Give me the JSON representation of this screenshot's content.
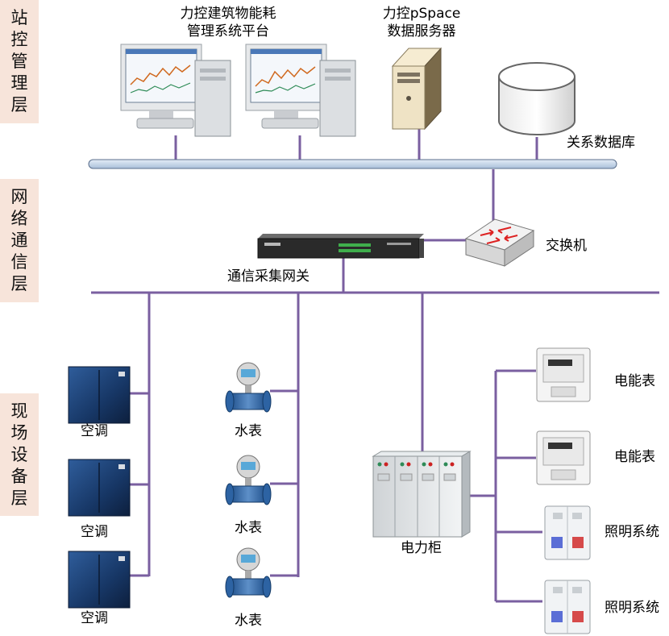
{
  "layers": {
    "station": "站控管理层",
    "network": "网络通信层",
    "field": "现场设备层"
  },
  "nodes": {
    "platform": [
      "力控建筑物能耗",
      "管理系统平台"
    ],
    "server": [
      "力控pSpace",
      "数据服务器"
    ],
    "database": "关系数据库",
    "switch": "交换机",
    "gateway": "通信采集网关",
    "ac": [
      "空调",
      "空调",
      "空调"
    ],
    "water": [
      "水表",
      "水表",
      "水表"
    ],
    "power_cabinet": "电力柜",
    "meters": [
      "电能表",
      "电能表"
    ],
    "lighting": [
      "照明系统",
      "照明系统"
    ]
  },
  "colors": {
    "layer_bg": "#f7e4da",
    "bus": "#c9d8ea",
    "line": "#7a5fa0",
    "ac_unit": "#1d3f73"
  }
}
